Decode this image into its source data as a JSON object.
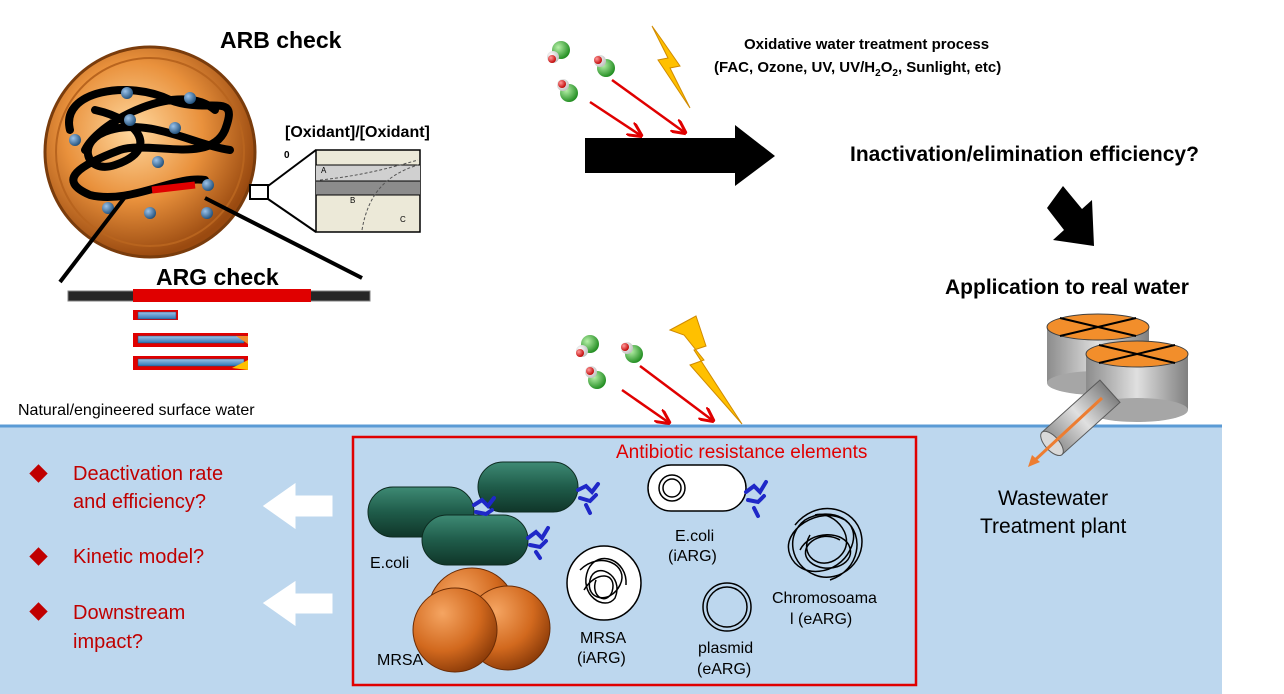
{
  "colors": {
    "water": "#bdd7ee",
    "water_line": "#5b9bd5",
    "red": "#e00000",
    "dark_red": "#c00000",
    "bolt": "#ffc000",
    "bacteria_green": "#1f5c4a",
    "mrsa_orange": "#c55a11"
  },
  "top": {
    "arb_check": "ARB check",
    "arg_check": "ARG check",
    "oxidant_ratio": "[Oxidant]/[Oxidant]",
    "oxidant_ratio_sub": "0",
    "plot_labels": [
      "A",
      "B",
      "C"
    ],
    "process_title": "Oxidative water treatment process",
    "process_list_pre": "(FAC, Ozone, UV, UV/H",
    "process_list_sub1": "2",
    "process_list_mid": "O",
    "process_list_sub2": "2",
    "process_list_post": ", Sunlight, etc)",
    "efficiency_question": "Inactivation/elimination efficiency?",
    "application": "Application to real water"
  },
  "water": {
    "surface_label": "Natural/engineered surface water",
    "wwtp_line1": "Wastewater",
    "wwtp_line2": "Treatment plant"
  },
  "questions": [
    {
      "line1": "Deactivation rate",
      "line2": "and efficiency?"
    },
    {
      "line1": "Kinetic model?",
      "line2": ""
    },
    {
      "line1": "Downstream",
      "line2": "impact?"
    }
  ],
  "elements": {
    "title": "Antibiotic resistance elements",
    "ecoli": "E.coli",
    "mrsa": "MRSA",
    "ecoli_iarg_1": "E.coli",
    "ecoli_iarg_2": "(iARG)",
    "mrsa_iarg_1": "MRSA",
    "mrsa_iarg_2": "(iARG)",
    "plasmid_1": "plasmid",
    "plasmid_2": "(eARG)",
    "chromo_1": "Chromosoama",
    "chromo_2": "l (eARG)"
  }
}
